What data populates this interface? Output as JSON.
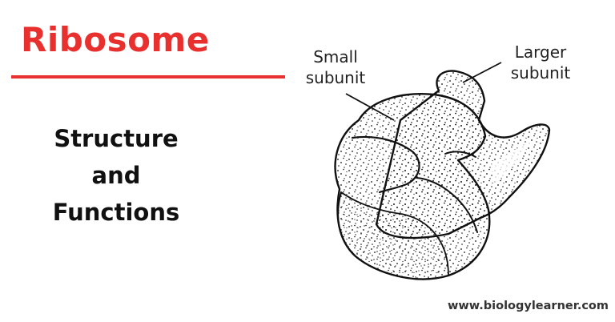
{
  "header": {
    "title": "Ribosome",
    "subtitle_lines": [
      "Structure",
      "and",
      "Functions"
    ]
  },
  "diagram": {
    "labels": {
      "small_subunit": [
        "Small",
        "subunit"
      ],
      "larger_subunit": [
        "Larger",
        "subunit"
      ]
    }
  },
  "footer": {
    "website": "www.biologylearner.com"
  },
  "colors": {
    "accent": "#e8312f",
    "outline": "#111111",
    "text": "#111111"
  },
  "icons": {
    "illustration": "ribosome-illustration"
  }
}
